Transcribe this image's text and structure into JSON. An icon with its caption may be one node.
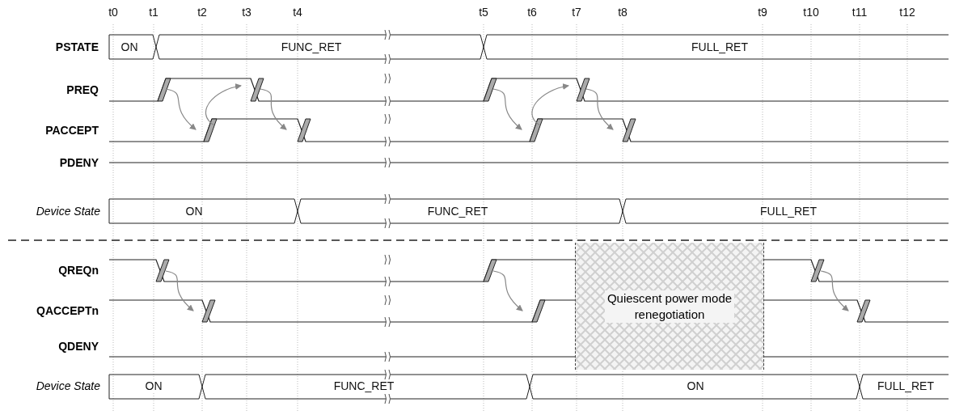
{
  "diagram": {
    "nodes": [
      {
        "text": [
          "Quiescent power mode renegotiation"
        ]
      }
    ],
    "labels": [
      "t0",
      "t1",
      "t2",
      "t3",
      "t4",
      "t5",
      "t6",
      "t7",
      "t8",
      "t9",
      "t10",
      "t11",
      "t12",
      "PSTATE",
      "ON",
      "FUNC_RET",
      "FULL_RET",
      "PREQ",
      "PACCEPT",
      "PDENY",
      "Device State",
      "ON",
      "FUNC_RET",
      "FULL_RET",
      "QREQn",
      "QACCEPTn",
      "QDENY",
      "Device State",
      "ON",
      "FUNC_RET",
      "ON",
      "FULL_RET"
    ]
  }
}
